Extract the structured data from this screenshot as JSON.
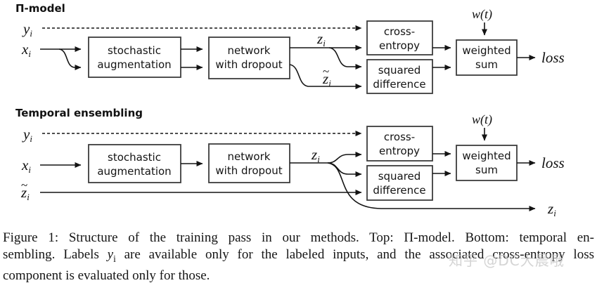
{
  "titles": {
    "top": "Π-model",
    "bottom": "Temporal ensembling"
  },
  "labels": {
    "y": "y",
    "x": "x",
    "z": "z",
    "sub_i": "i",
    "tilde": "~",
    "wt": "w(t)",
    "loss": "loss"
  },
  "boxes": {
    "stochastic_augmentation": {
      "line1": "stochastic",
      "line2": "augmentation"
    },
    "network_with_dropout": {
      "line1": "network",
      "line2": "with dropout"
    },
    "cross_entropy": {
      "line1": "cross-",
      "line2": "entropy"
    },
    "squared_difference": {
      "line1": "squared",
      "line2": "difference"
    },
    "weighted_sum": {
      "line1": "weighted",
      "line2": "sum"
    }
  },
  "caption": {
    "line1": "Figure 1: Structure of the training pass in our methods. Top: Π-model. Bottom: temporal en-",
    "line2_pre": "sembling. Labels ",
    "line2_math": "y",
    "line2_sub": "i",
    "line2_post": " are available only for the labeled inputs, and the associated cross-entropy loss",
    "line3": "component is evaluated only for those."
  },
  "watermark": "知乎 @DC大晨哦",
  "colors": {
    "stroke": "#141414",
    "box_border": "#3c3c3c",
    "watermark": "#c3c3c3"
  }
}
